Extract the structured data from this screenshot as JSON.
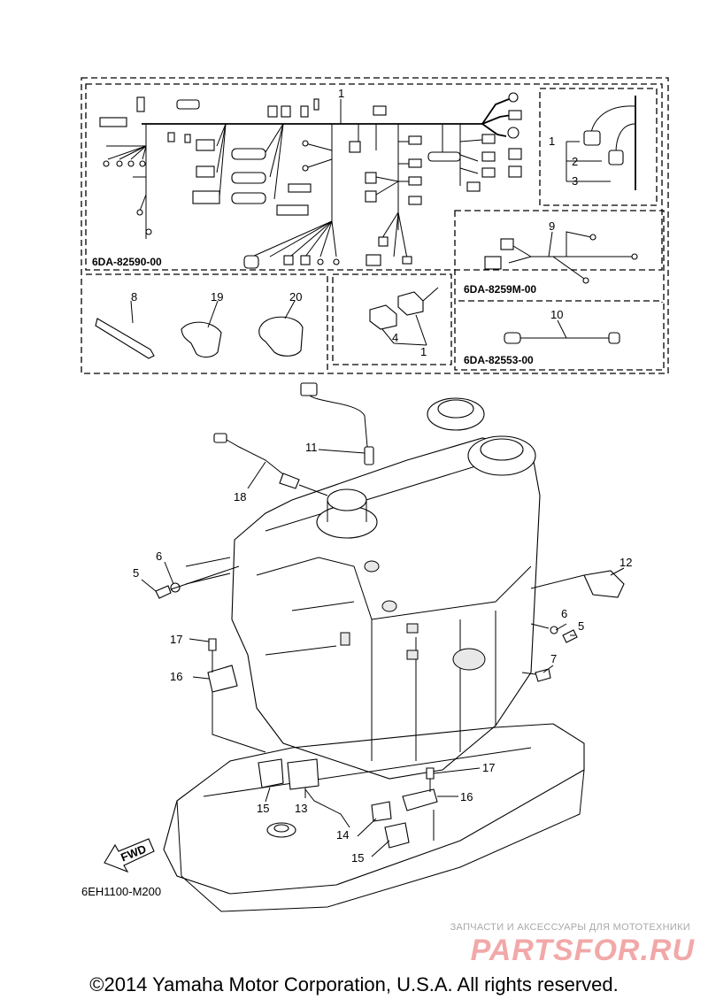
{
  "diagram": {
    "part_labels": [
      {
        "id": "1",
        "text": "1"
      },
      {
        "id": "1b",
        "text": "1"
      },
      {
        "id": "1c",
        "text": "1"
      },
      {
        "id": "2",
        "text": "2"
      },
      {
        "id": "3",
        "text": "3"
      },
      {
        "id": "4",
        "text": "4"
      },
      {
        "id": "5a",
        "text": "5"
      },
      {
        "id": "5b",
        "text": "5"
      },
      {
        "id": "6a",
        "text": "6"
      },
      {
        "id": "6b",
        "text": "6"
      },
      {
        "id": "7",
        "text": "7"
      },
      {
        "id": "8",
        "text": "8"
      },
      {
        "id": "9",
        "text": "9"
      },
      {
        "id": "10",
        "text": "10"
      },
      {
        "id": "11",
        "text": "11"
      },
      {
        "id": "12",
        "text": "12"
      },
      {
        "id": "13",
        "text": "13"
      },
      {
        "id": "14",
        "text": "14"
      },
      {
        "id": "15a",
        "text": "15"
      },
      {
        "id": "15b",
        "text": "15"
      },
      {
        "id": "16a",
        "text": "16"
      },
      {
        "id": "16b",
        "text": "16"
      },
      {
        "id": "17a",
        "text": "17"
      },
      {
        "id": "17b",
        "text": "17"
      },
      {
        "id": "18",
        "text": "18"
      },
      {
        "id": "19",
        "text": "19"
      },
      {
        "id": "20",
        "text": "20"
      }
    ],
    "group_codes": {
      "main_harness": "6DA-82590-00",
      "sub_harness": "6DA-8259M-00",
      "lead_wire": "6DA-82553-00"
    },
    "fwd_label": "FWD",
    "figure_code": "6EH1100-M200"
  },
  "watermark": {
    "tagline": "ЗАПЧАСТИ И АКСЕССУАРЫ ДЛЯ МОТОТЕХНИКИ",
    "brand": "PARTSFOR.RU"
  },
  "copyright": "©2014 Yamaha Motor Corporation, U.S.A. All rights reserved.",
  "colors": {
    "line": "#000000",
    "watermark_brand": "#f2a8a8",
    "watermark_tagline": "#a9a9a9"
  }
}
